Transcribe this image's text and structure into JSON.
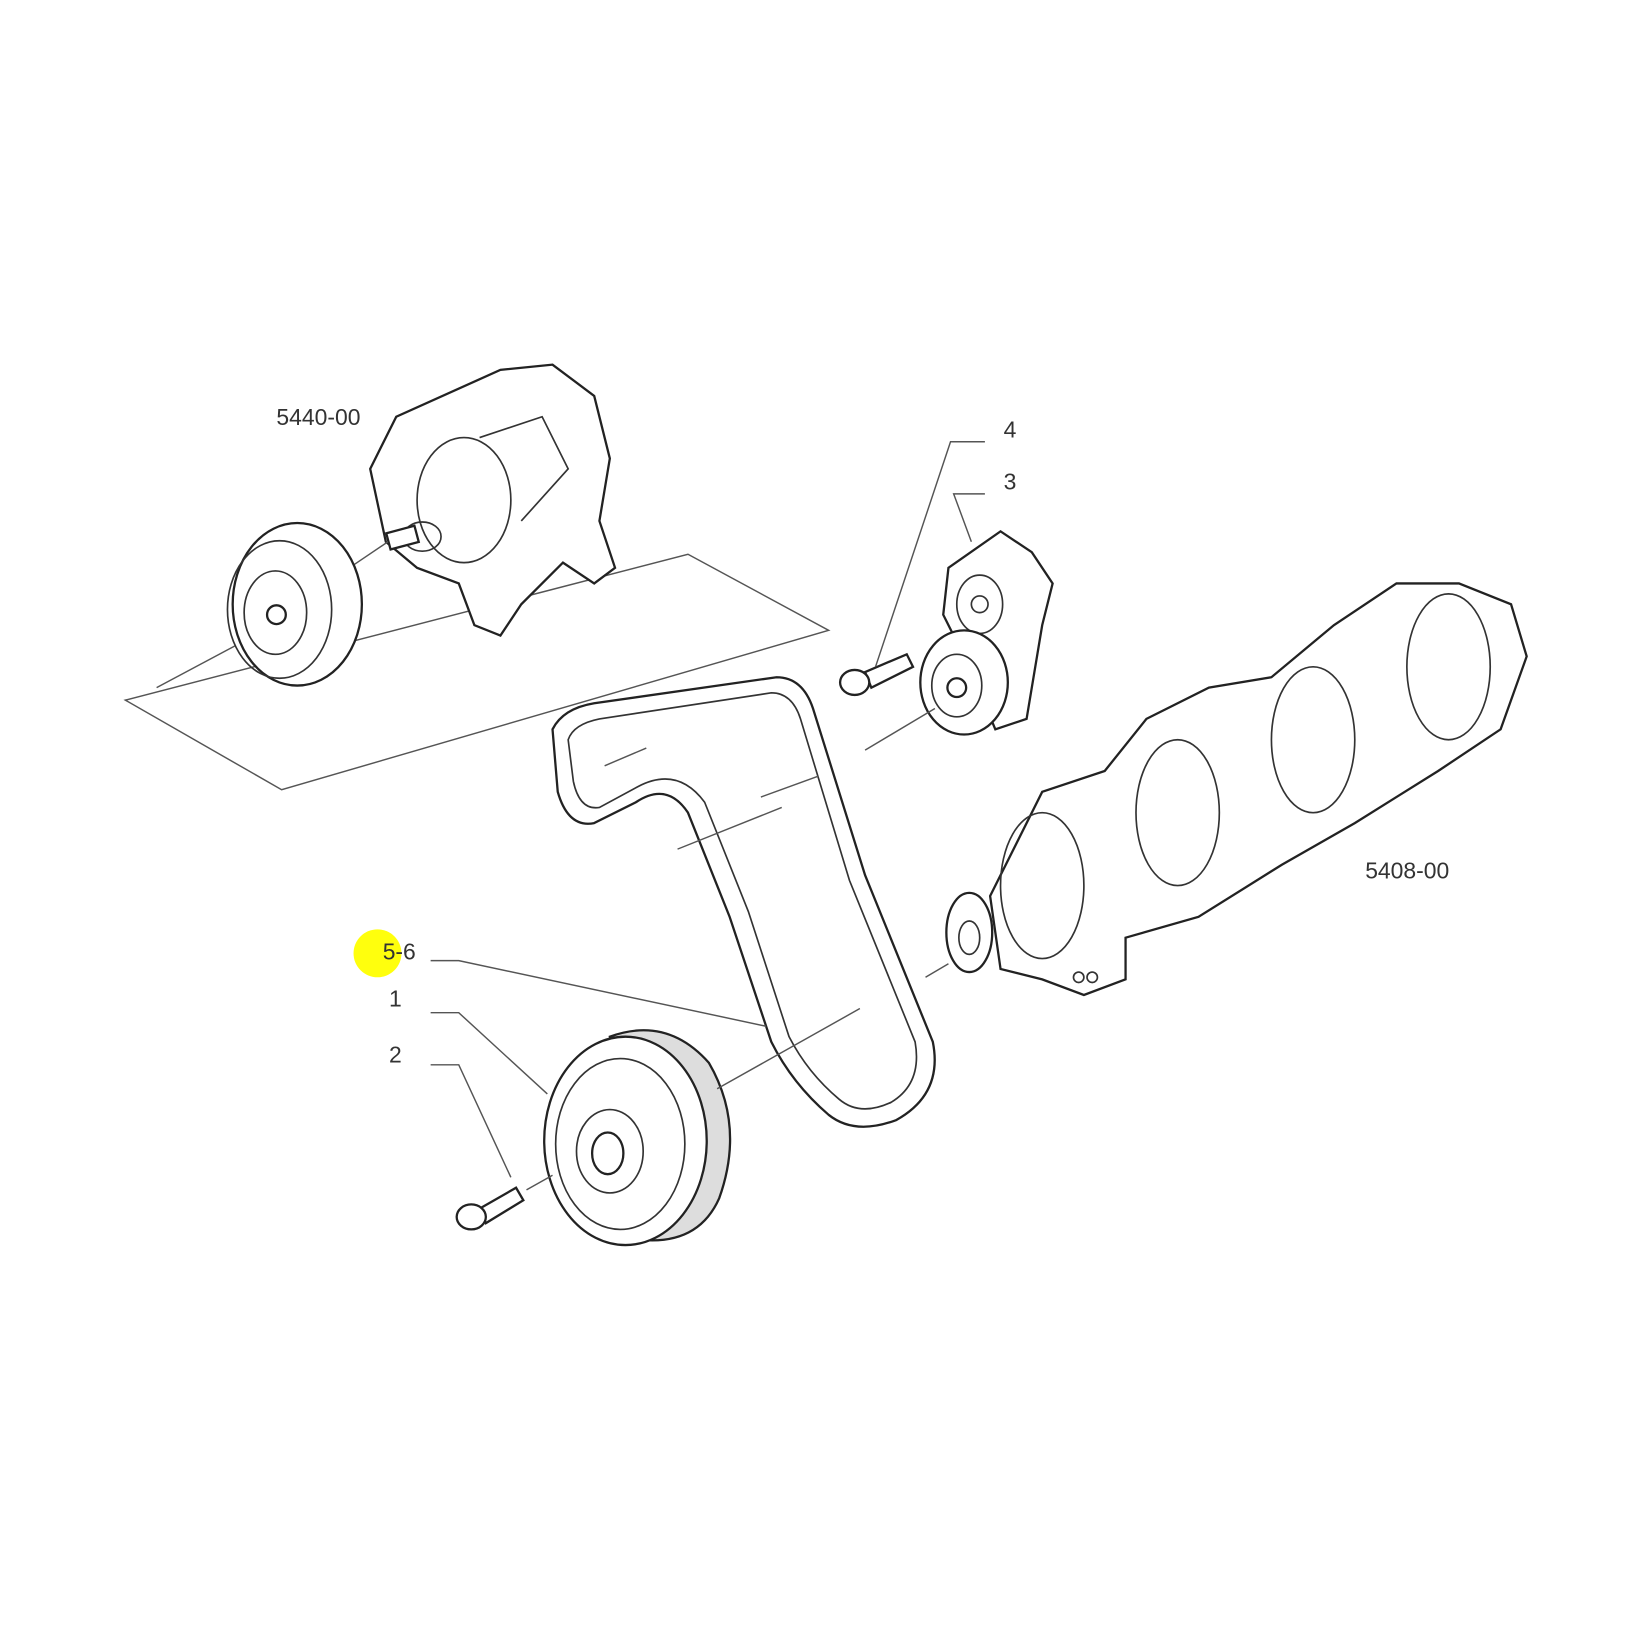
{
  "diagram": {
    "labels": {
      "alternator": "5440-00",
      "crankshaft": "5408-00",
      "item4": "4",
      "item3": "3",
      "item56": "5-6",
      "item1": "1",
      "item2": "2"
    },
    "highlight_color": "#ffff00"
  }
}
